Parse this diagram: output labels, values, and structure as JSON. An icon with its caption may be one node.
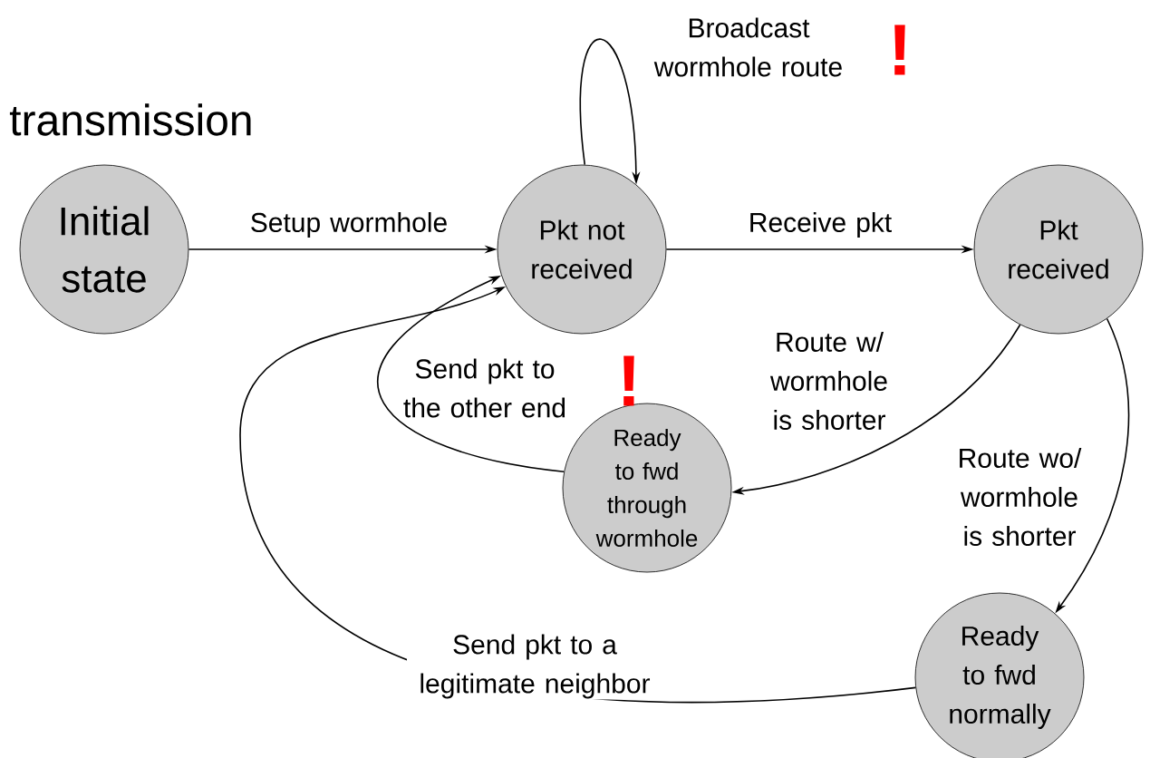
{
  "diagram": {
    "nodes": [
      {
        "text": [
          "Initial state"
        ]
      },
      {
        "text": [
          "Pkt not received"
        ]
      },
      {
        "text": [
          "Pkt received"
        ]
      },
      {
        "text": [
          "Ready to fwd through wormhole"
        ]
      },
      {
        "text": [
          "Ready to fwd normally"
        ]
      }
    ],
    "edges": [
      {
        "from": 0,
        "to": 1,
        "arrow": "to",
        "label": "Setup wormhole"
      },
      {
        "from": 1,
        "to": 1,
        "arrow": "to",
        "label": "Broadcast wormhole route"
      },
      {
        "from": 1,
        "to": 2,
        "arrow": "to",
        "label": "Receive pkt"
      },
      {
        "from": 2,
        "to": 3,
        "arrow": "to",
        "label": "Route w/ wormhole is shorter"
      },
      {
        "from": 2,
        "to": 4,
        "arrow": "to",
        "label": "Route wo/ wormhole is shorter"
      },
      {
        "from": 3,
        "to": 1,
        "arrow": "to",
        "label": "Send pkt to the other end"
      },
      {
        "from": 4,
        "to": 1,
        "arrow": "to",
        "label": "Send pkt to a legitimate neighbor"
      }
    ],
    "labels": [
      "transmission",
      "!",
      "!"
    ]
  }
}
